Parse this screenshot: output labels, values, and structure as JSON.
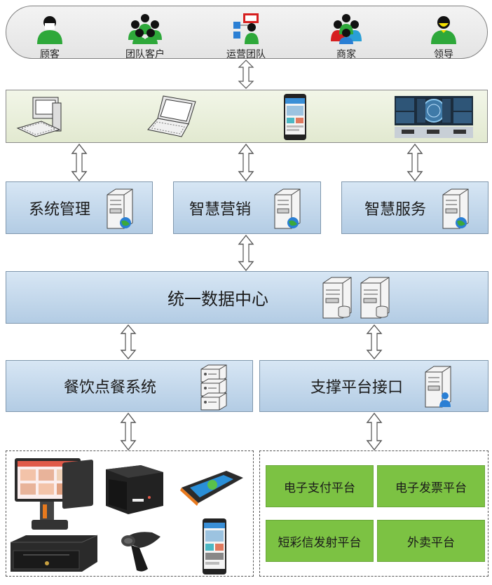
{
  "users": [
    {
      "label": "顾客",
      "icon": "person-icon"
    },
    {
      "label": "团队客户",
      "icon": "team-icon"
    },
    {
      "label": "运营团队",
      "icon": "operator-icon"
    },
    {
      "label": "商家",
      "icon": "merchant-icon"
    },
    {
      "label": "领导",
      "icon": "leader-icon"
    }
  ],
  "devices": [
    "desktop-computer-icon",
    "laptop-icon",
    "smartphone-icon",
    "command-screen-icon"
  ],
  "modules": {
    "system_mgmt": "系统管理",
    "smart_marketing": "智慧营销",
    "smart_service": "智慧服务"
  },
  "data_center": "统一数据中心",
  "ordering_system": "餐饮点餐系统",
  "platform_interface": "支撑平台接口",
  "platforms": [
    "电子支付平台",
    "电子发票平台",
    "短彩信发射平台",
    "外卖平台"
  ],
  "colors": {
    "box_top": "#d7e6f4",
    "box_bottom": "#b3cce4",
    "platform_green": "#7cc243",
    "device_bar": "#e8eed8",
    "person_green": "#2ea83a"
  }
}
